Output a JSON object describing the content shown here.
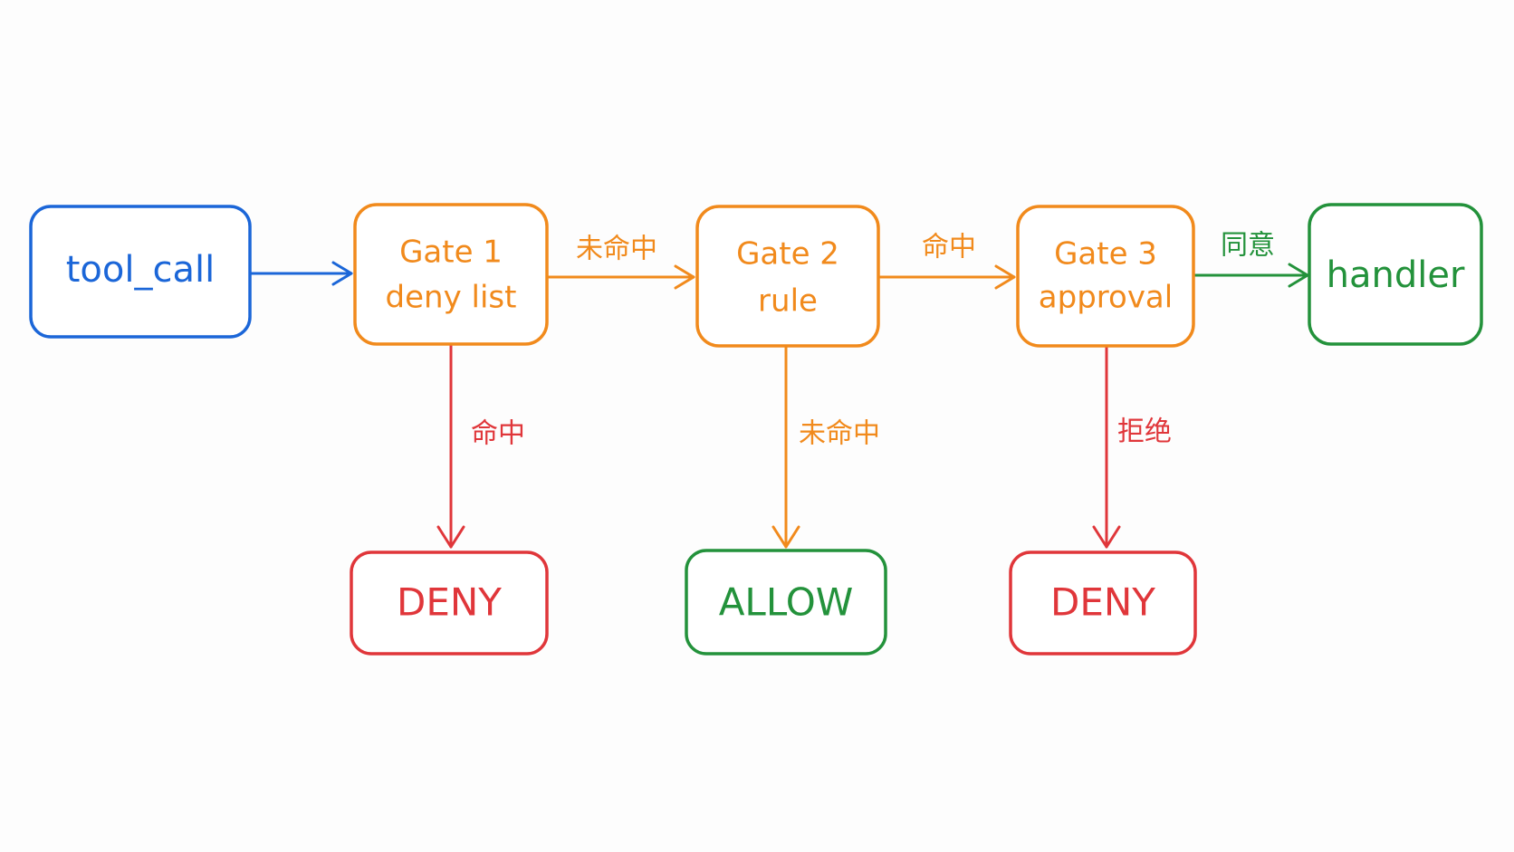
{
  "colors": {
    "blue": "#1b66d8",
    "orange": "#f18a1c",
    "red": "#e0363a",
    "green": "#23923b"
  },
  "nodes": {
    "tool_call": {
      "label": "tool_call",
      "color": "blue"
    },
    "gate1": {
      "title": "Gate 1",
      "subtitle": "deny list",
      "color": "orange"
    },
    "gate2": {
      "title": "Gate 2",
      "subtitle": "rule",
      "color": "orange"
    },
    "gate3": {
      "title": "Gate 3",
      "subtitle": "approval",
      "color": "orange"
    },
    "handler": {
      "label": "handler",
      "color": "green"
    },
    "deny1": {
      "label": "DENY",
      "color": "red"
    },
    "allow": {
      "label": "ALLOW",
      "color": "green"
    },
    "deny3": {
      "label": "DENY",
      "color": "red"
    }
  },
  "edges": {
    "toolcall_gate1": {
      "label": "",
      "color": "blue"
    },
    "gate1_gate2": {
      "label": "未命中",
      "color": "orange"
    },
    "gate2_gate3": {
      "label": "命中",
      "color": "orange"
    },
    "gate3_handler": {
      "label": "同意",
      "color": "green"
    },
    "gate1_deny": {
      "label": "命中",
      "color": "red"
    },
    "gate2_allow": {
      "label": "未命中",
      "color": "orange"
    },
    "gate3_deny": {
      "label": "拒绝",
      "color": "red"
    }
  }
}
